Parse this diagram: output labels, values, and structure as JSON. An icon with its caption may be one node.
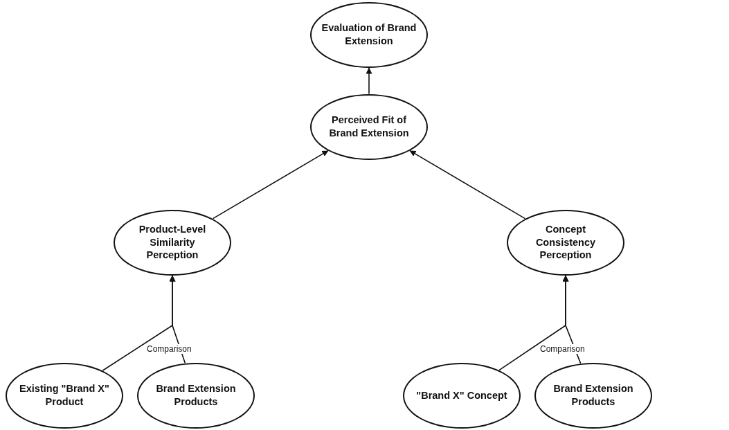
{
  "diagram": {
    "nodes": [
      {
        "text": [
          "Evaluation of Brand Extension"
        ]
      },
      {
        "text": [
          "Perceived Fit of Brand Extension"
        ]
      },
      {
        "text": [
          "Product-Level Similarity Perception"
        ]
      },
      {
        "text": [
          "Concept Consistency Perception"
        ]
      },
      {
        "text": [
          "Existing \"Brand X\" Product"
        ]
      },
      {
        "text": [
          "Brand Extension Products"
        ]
      },
      {
        "text": [
          "\"Brand X\" Concept"
        ]
      },
      {
        "text": [
          "Brand Extension Products"
        ]
      }
    ],
    "edges": [
      {
        "from": 1,
        "to": 0,
        "arrow": "to"
      },
      {
        "from": 2,
        "to": 1,
        "arrow": "to"
      },
      {
        "from": 3,
        "to": 1,
        "arrow": "to"
      },
      {
        "from": 4,
        "to": 2,
        "arrow": "to"
      },
      {
        "from": 5,
        "to": 2,
        "arrow": "to"
      },
      {
        "from": 6,
        "to": 3,
        "arrow": "to"
      },
      {
        "from": 7,
        "to": 3,
        "arrow": "to"
      }
    ],
    "labels": [
      "Comparison",
      "Comparison"
    ]
  }
}
